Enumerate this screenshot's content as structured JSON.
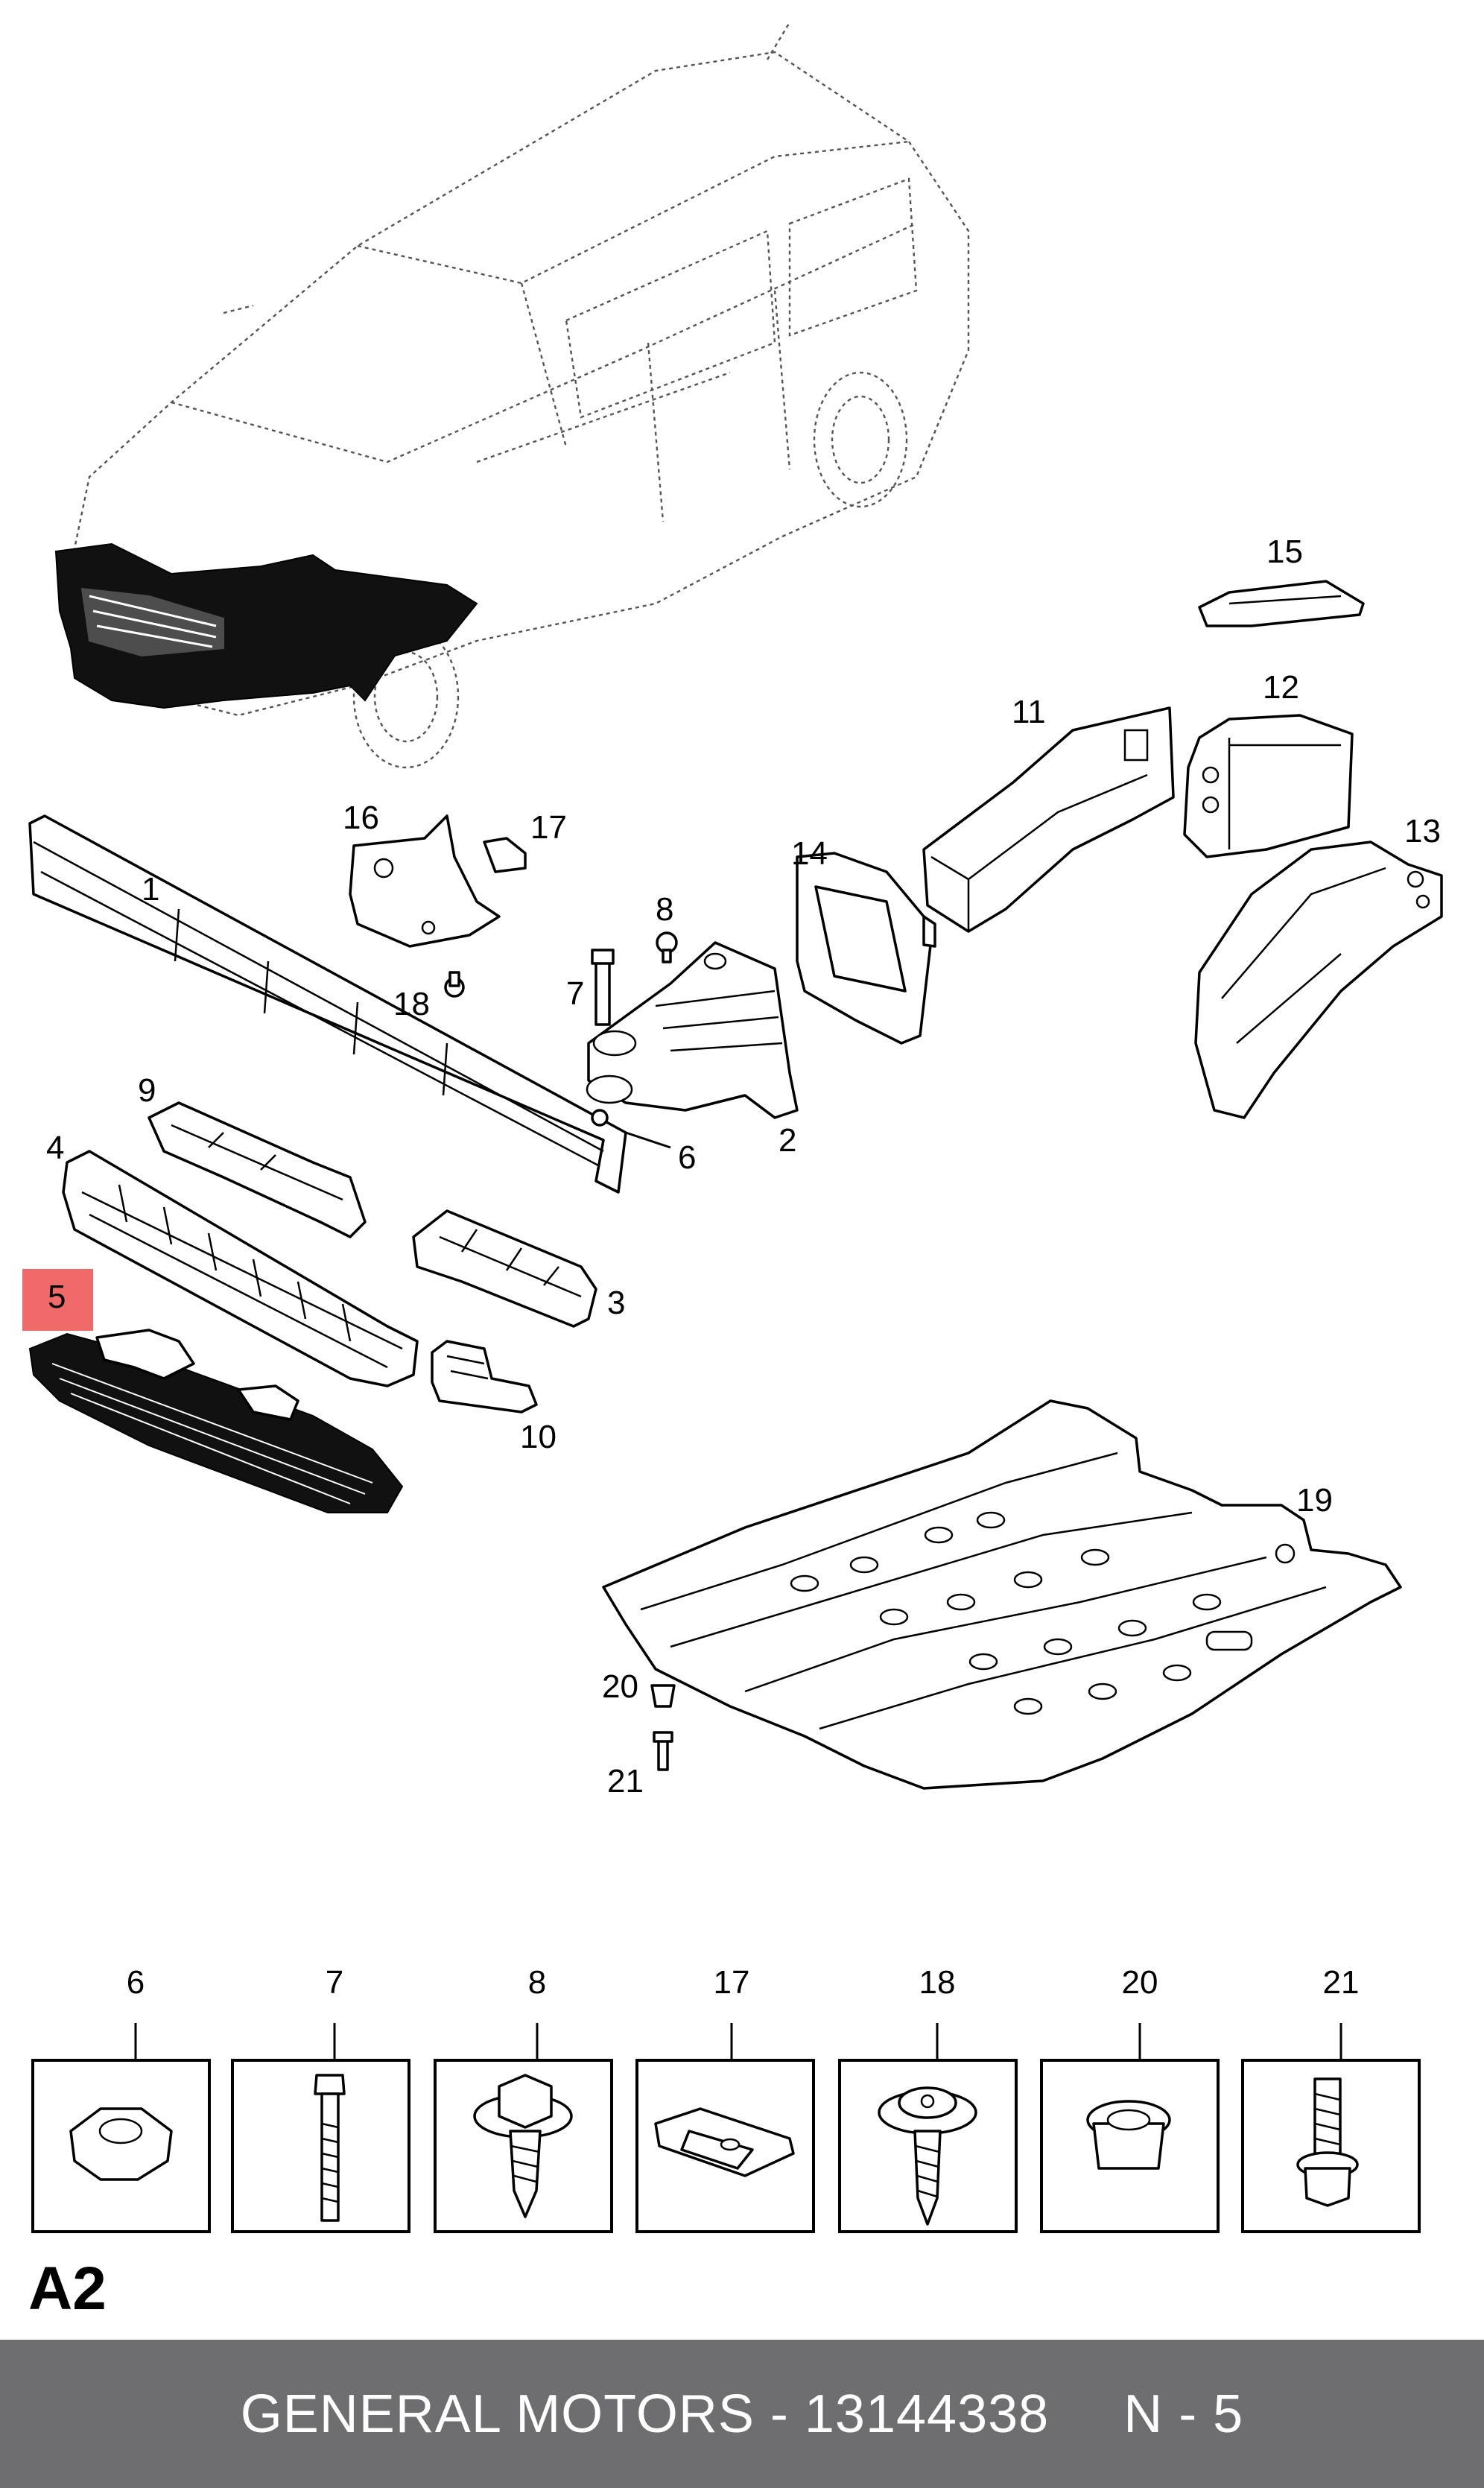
{
  "diagram": {
    "callouts": [
      "1",
      "2",
      "3",
      "4",
      "5",
      "6",
      "7",
      "8",
      "9",
      "10",
      "11",
      "12",
      "13",
      "14",
      "15",
      "16",
      "17",
      "18",
      "19",
      "20",
      "21"
    ],
    "highlighted_callout": "5",
    "highlight_color": "#f06a6a"
  },
  "fastener_row": {
    "labels": [
      "6",
      "7",
      "8",
      "17",
      "18",
      "20",
      "21"
    ]
  },
  "page_label": "A2",
  "footer": {
    "brand": "GENERAL MOTORS",
    "separator": " - ",
    "part_number": "13144338",
    "suffix": "N - 5",
    "background": "#6e6e70"
  }
}
